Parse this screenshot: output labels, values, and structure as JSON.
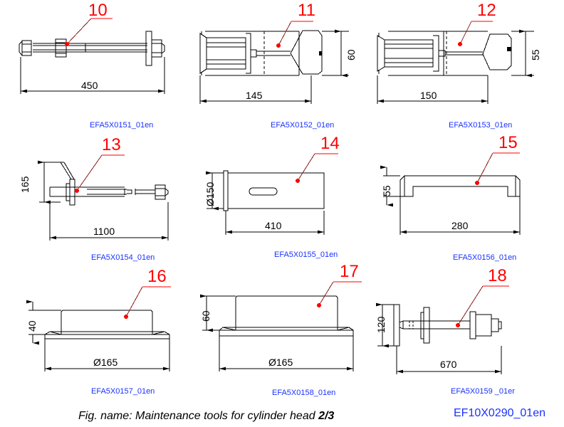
{
  "figure": {
    "caption_prefix": "Fig. name: Maintenance tools for cylinder head ",
    "caption_sheet": "2/3",
    "sheet_code": "EF10X0290_01en",
    "colors": {
      "callout": "#ff0000",
      "part_label": "#1a32ff",
      "line": "#000000",
      "background": "#ffffff"
    }
  },
  "items": [
    {
      "callout": "10",
      "part_label": "EFA5X0151_01en",
      "name": "stud-bolt-with-nuts",
      "dimensions": {
        "length": "450",
        "height": ""
      }
    },
    {
      "callout": "11",
      "part_label": "EFA5X0152_01en",
      "name": "valve-seat-cutter-assembly",
      "dimensions": {
        "length": "145",
        "height": "60"
      }
    },
    {
      "callout": "12",
      "part_label": "EFA5X0153_01en",
      "name": "valve-seat-cutter-assembly-b",
      "dimensions": {
        "length": "150",
        "height": "55"
      }
    },
    {
      "callout": "13",
      "part_label": "EFA5X0154_01en",
      "name": "long-rod-with-handle",
      "dimensions": {
        "length": "1100",
        "height": "165"
      }
    },
    {
      "callout": "14",
      "part_label": "EFA5X0155_01en",
      "name": "cylindrical-sleeve-with-slot",
      "dimensions": {
        "length": "410",
        "height": "Ø150"
      }
    },
    {
      "callout": "15",
      "part_label": "EFA5X0156_01en",
      "name": "bridge-yoke",
      "dimensions": {
        "length": "280",
        "height": "55"
      }
    },
    {
      "callout": "16",
      "part_label": "EFA5X0157_01en",
      "name": "disc-with-boss-low",
      "dimensions": {
        "length": "Ø165",
        "height": "40"
      }
    },
    {
      "callout": "17",
      "part_label": "EFA5X0158_01en",
      "name": "disc-with-boss-high",
      "dimensions": {
        "length": "Ø165",
        "height": "60"
      }
    },
    {
      "callout": "18",
      "part_label": "EFA5X0159 _01er",
      "name": "shaft-with-plate-and-flange",
      "dimensions": {
        "length": "670",
        "height": "120"
      }
    }
  ]
}
